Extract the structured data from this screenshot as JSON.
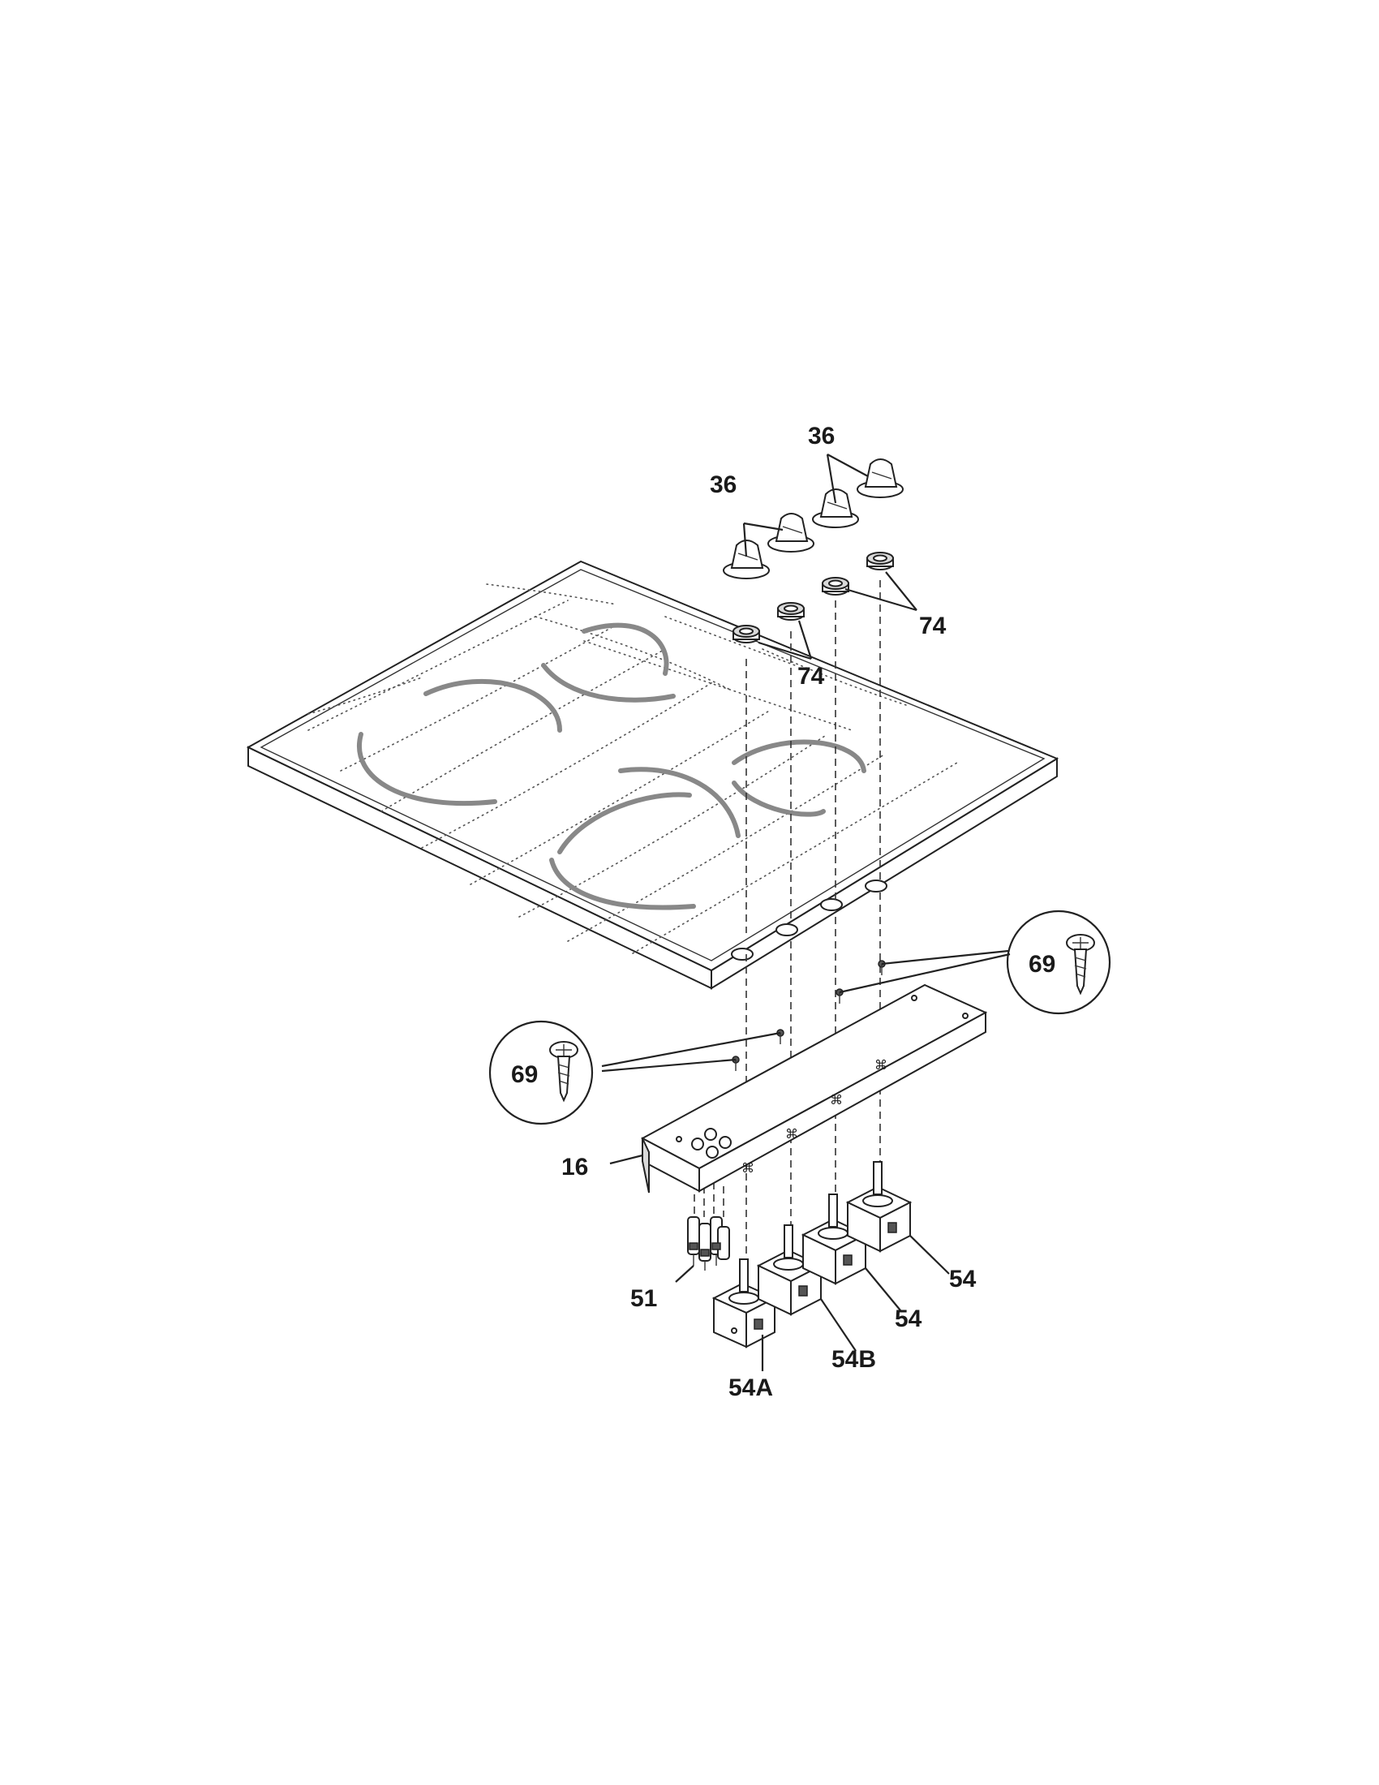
{
  "diagram": {
    "parts": [
      {
        "id": "knob",
        "label": "36"
      },
      {
        "id": "knob-pair",
        "label": "36"
      },
      {
        "id": "bezel-right",
        "label": "74"
      },
      {
        "id": "bezel-left",
        "label": "74"
      },
      {
        "id": "screw-right",
        "label": "69"
      },
      {
        "id": "screw-left",
        "label": "69"
      },
      {
        "id": "control-panel",
        "label": "16"
      },
      {
        "id": "indicator-lights",
        "label": "51"
      },
      {
        "id": "switch-right",
        "label": "54"
      },
      {
        "id": "switch-mid",
        "label": "54"
      },
      {
        "id": "switch-54b",
        "label": "54B"
      },
      {
        "id": "switch-54a",
        "label": "54A"
      }
    ]
  }
}
